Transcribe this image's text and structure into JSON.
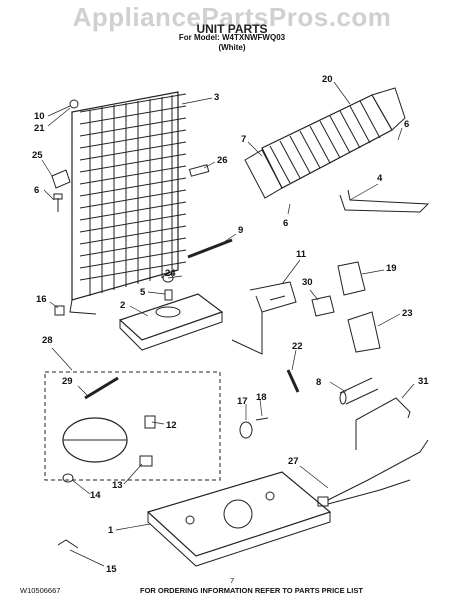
{
  "watermark": "AppliancePartsPros.com",
  "header": {
    "title": "UNIT PARTS",
    "model": "For Model: W4TXNWFWQ03",
    "color": "(White)"
  },
  "callouts": [
    "10",
    "21",
    "3",
    "20",
    "25",
    "26",
    "6",
    "7",
    "6",
    "4",
    "9",
    "6",
    "24",
    "11",
    "30",
    "19",
    "5",
    "16",
    "2",
    "23",
    "28",
    "22",
    "8",
    "31",
    "29",
    "17",
    "18",
    "12",
    "27",
    "13",
    "14",
    "1",
    "15"
  ],
  "footer": {
    "doc_number": "W10506667",
    "page_number": "7",
    "note": "FOR ORDERING INFORMATION REFER TO PARTS PRICE LIST"
  }
}
